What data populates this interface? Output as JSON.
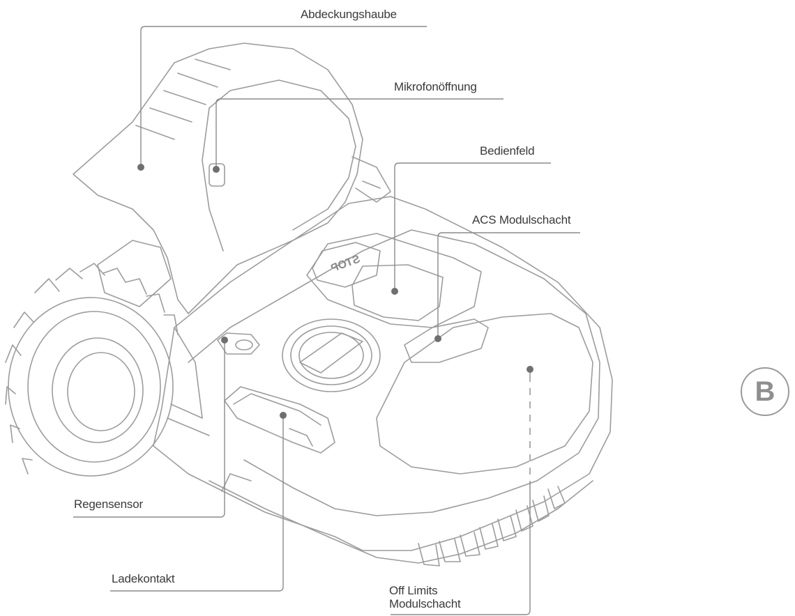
{
  "callouts": {
    "abdeckungshaube": "Abdeckungshaube",
    "mikrofonoeffnung": "Mikrofonöffnung",
    "bedienfeld": "Bedienfeld",
    "acs_modulschacht": "ACS Modulschacht",
    "regensensor": "Regensensor",
    "ladekontakt": "Ladekontakt",
    "off_limits_line1": "Off Limits",
    "off_limits_line2": "Modulschacht"
  },
  "stop_button_text": "STOP",
  "view_badge": "B",
  "colors": {
    "outline": "#9c9c9c",
    "leader_line": "#8a8a8a",
    "dot": "#6f6f6f",
    "label_text": "#3a3a3a"
  }
}
